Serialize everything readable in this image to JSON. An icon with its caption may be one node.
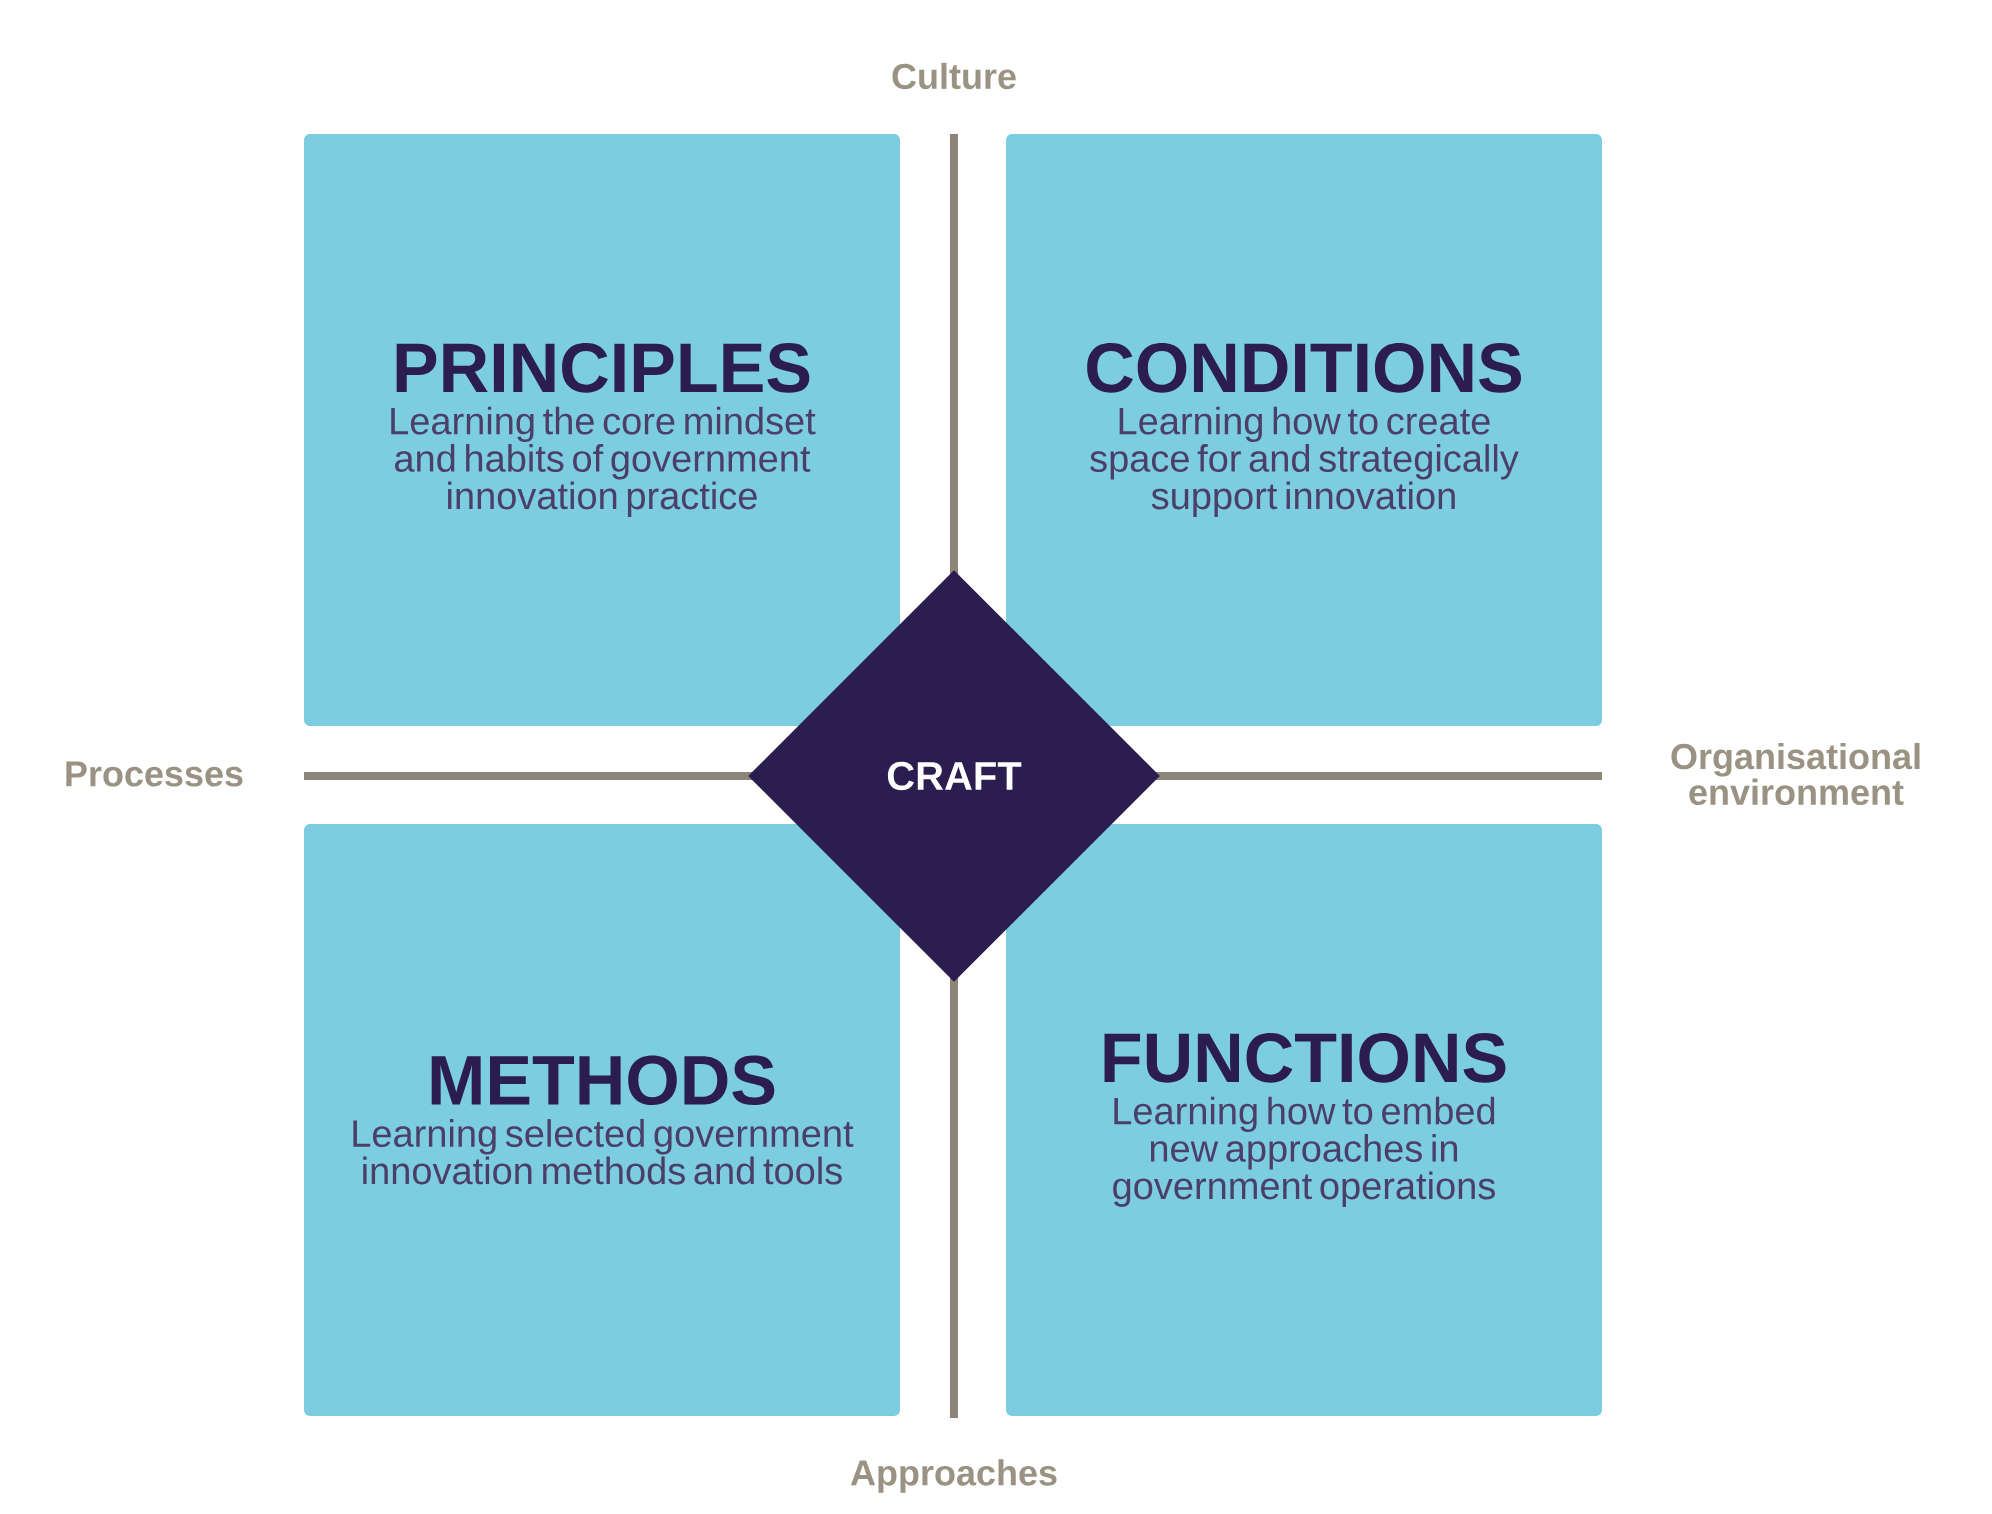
{
  "diagram": {
    "nodes": [
      {
        "text": [
          "PRINCIPLES",
          "Learning the core mindset and habits of government innovation practice"
        ]
      },
      {
        "text": [
          "CONDITIONS",
          "Learning how to create space for and strategically support innovation"
        ]
      },
      {
        "text": [
          "METHODS",
          "Learning selected government innovation methods and tools"
        ]
      },
      {
        "text": [
          "FUNCTIONS",
          "Learning how to embed new approaches in government operations"
        ]
      },
      {
        "text": [
          "CRAFT"
        ]
      }
    ],
    "labels": [
      "Culture",
      "Processes",
      "Organisational environment",
      "Approaches"
    ]
  }
}
